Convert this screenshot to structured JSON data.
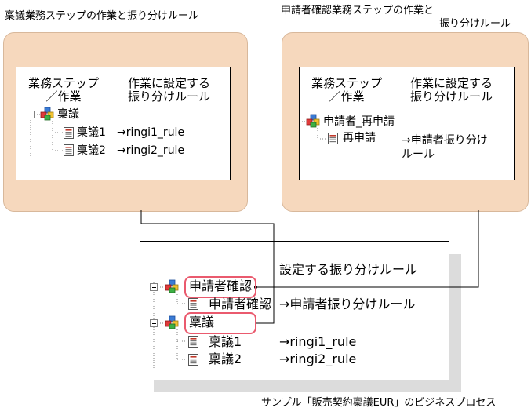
{
  "diagram": {
    "left_title": "稟議業務ステップの作業と振り分けルール",
    "right_title_line1": "申請者確認業務ステップの作業と",
    "right_title_line2": "振り分けルール",
    "left_box": {
      "header_step": [
        "業務ステップ",
        "／作業"
      ],
      "header_rule": [
        "作業に設定する",
        "振り分けルール"
      ],
      "step": "稟議",
      "tasks": [
        {
          "name": "稟議1",
          "rule": "→ringi1_rule"
        },
        {
          "name": "稟議2",
          "rule": "→ringi2_rule"
        }
      ]
    },
    "right_box": {
      "header_step": [
        "業務ステップ",
        "／作業"
      ],
      "header_rule": [
        "作業に設定する",
        "振り分けルール"
      ],
      "step": "申請者_再申請",
      "task": "再申請",
      "rule_line1": "→申請者振り分け",
      "rule_line2": "ルール"
    },
    "bottom_box": {
      "title": "設定する振り分けルール",
      "step1": "申請者確認",
      "step1_task": "申請者確認",
      "step1_rule": "→申請者振り分けルール",
      "step2": "稟議",
      "tasks": [
        {
          "name": "稟議1",
          "rule": "→ringi1_rule"
        },
        {
          "name": "稟議2",
          "rule": "→ringi2_rule"
        }
      ]
    },
    "caption": "サンプル「販売契約稟議EUR」のビジネスプロセス",
    "colors": {
      "panel": "#f6d8bd",
      "highlight": "#ea5a6e",
      "shadow": "#dcdcdc"
    }
  }
}
